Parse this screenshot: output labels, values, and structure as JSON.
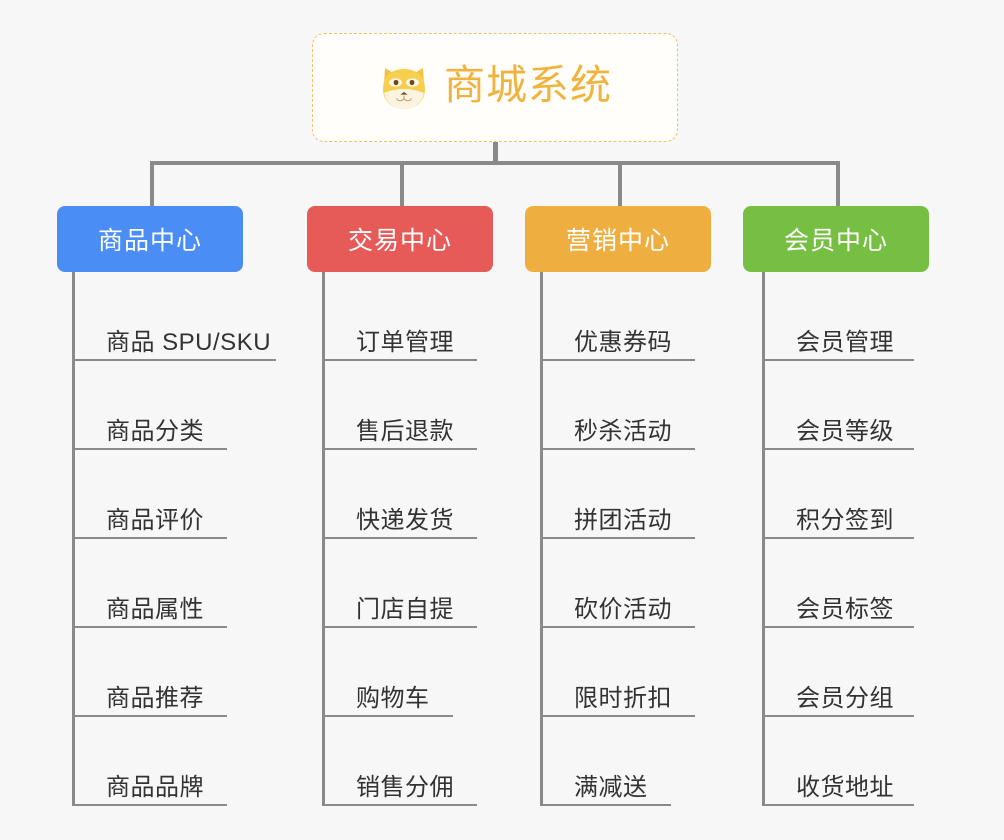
{
  "root": {
    "title": "商城系统",
    "icon": "shiba-dog-face-icon",
    "border_color": "#eec16a",
    "text_color": "#f0b33d"
  },
  "connector_color": "#8a8a8a",
  "background_color": "#f7f7f7",
  "branches": [
    {
      "id": "product-center",
      "label": "商品中心",
      "color": "#4a8ef5",
      "items": [
        "商品 SPU/SKU",
        "商品分类",
        "商品评价",
        "商品属性",
        "商品推荐",
        "商品品牌"
      ]
    },
    {
      "id": "trade-center",
      "label": "交易中心",
      "color": "#e65a58",
      "items": [
        "订单管理",
        "售后退款",
        "快递发货",
        "门店自提",
        "购物车",
        "销售分佣"
      ]
    },
    {
      "id": "marketing-center",
      "label": "营销中心",
      "color": "#eeaf40",
      "items": [
        "优惠券码",
        "秒杀活动",
        "拼团活动",
        "砍价活动",
        "限时折扣",
        "满减送"
      ]
    },
    {
      "id": "member-center",
      "label": "会员中心",
      "color": "#76bf43",
      "items": [
        "会员管理",
        "会员等级",
        "积分签到",
        "会员标签",
        "会员分组",
        "收货地址"
      ]
    }
  ]
}
